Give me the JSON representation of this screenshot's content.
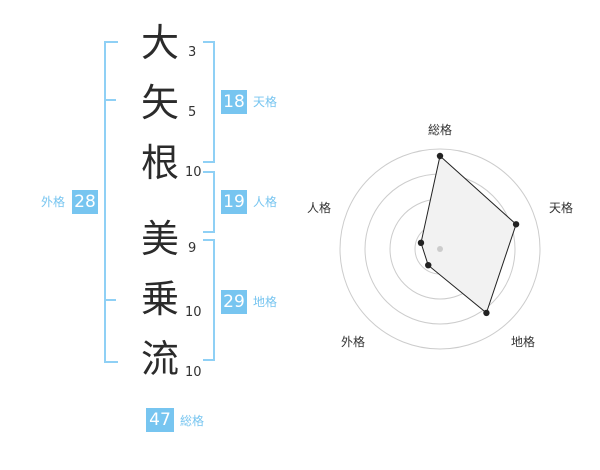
{
  "name_chars": [
    {
      "char": "大",
      "strokes": "3"
    },
    {
      "char": "矢",
      "strokes": "5"
    },
    {
      "char": "根",
      "strokes": "10"
    },
    {
      "char": "美",
      "strokes": "9"
    },
    {
      "char": "乗",
      "strokes": "10"
    },
    {
      "char": "流",
      "strokes": "10"
    }
  ],
  "kaku": {
    "tenkaku": {
      "label": "天格",
      "value": "18"
    },
    "jinkaku": {
      "label": "人格",
      "value": "19"
    },
    "chikaku": {
      "label": "地格",
      "value": "29"
    },
    "gaikaku": {
      "label": "外格",
      "value": "28"
    },
    "soukaku": {
      "label": "総格",
      "value": "47"
    }
  },
  "colors": {
    "accent": "#77c5f0",
    "bracket": "#8fd0f5",
    "radar_fill": "#f2f2f2",
    "radar_line": "#222222"
  },
  "chart_data": {
    "type": "radar",
    "axes": [
      "総格",
      "天格",
      "地格",
      "外格",
      "人格"
    ],
    "values": [
      0.93,
      0.8,
      0.79,
      0.2,
      0.2
    ],
    "rings": 4
  }
}
